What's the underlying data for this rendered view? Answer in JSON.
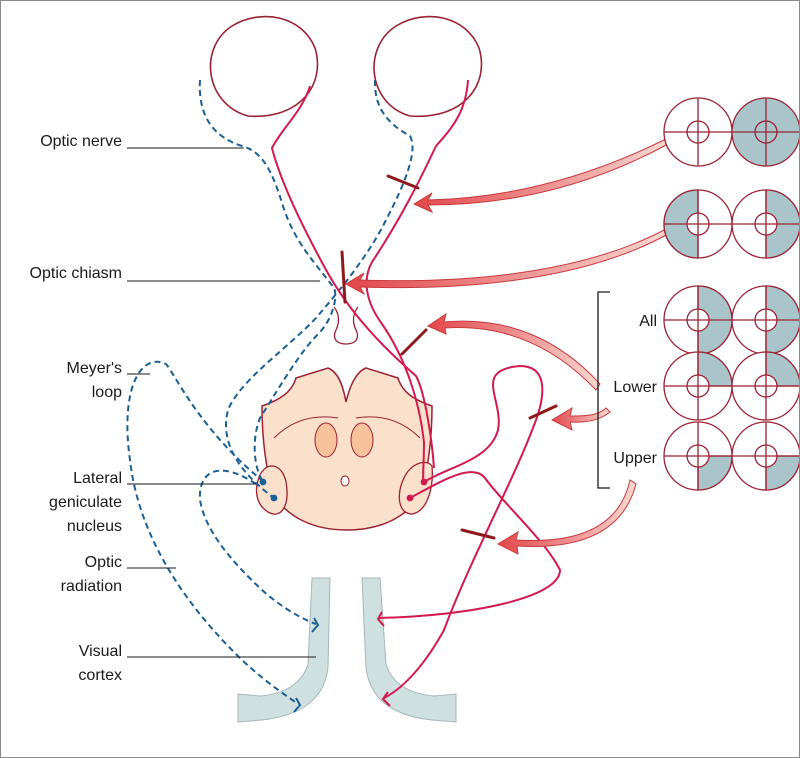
{
  "labels": {
    "optic_nerve": "Optic nerve",
    "optic_chiasm": "Optic chiasm",
    "meyers_loop": [
      "Meyer's",
      "loop"
    ],
    "lgn": [
      "Lateral",
      "geniculate",
      "nucleus"
    ],
    "optic_radiation": [
      "Optic",
      "radiation"
    ],
    "visual_cortex": [
      "Visual",
      "cortex"
    ]
  },
  "lesion_groups": {
    "all": "All",
    "lower": "Lower",
    "upper": "Upper"
  },
  "visual_field_defects": [
    {
      "lesion": "optic-nerve",
      "left_eye": "none",
      "right_eye": "full"
    },
    {
      "lesion": "optic-chiasm",
      "left_eye": "left-half",
      "right_eye": "right-half"
    },
    {
      "lesion": "optic-tract",
      "group": "All",
      "left_eye": "right-half",
      "right_eye": "right-half"
    },
    {
      "lesion": "meyers-loop",
      "group": "Lower",
      "left_eye": "upper-right-quadrant",
      "right_eye": "upper-right-quadrant"
    },
    {
      "lesion": "optic-radiation",
      "group": "Upper",
      "left_eye": "lower-right-quadrant",
      "right_eye": "lower-right-quadrant"
    }
  ],
  "colors": {
    "nasal_pathway": "#d4194f",
    "temporal_pathway": "#1b5f94",
    "lesion_mark": "#8e1a1e",
    "arrow": "#e8706f",
    "brainstem": "#fbe0cc",
    "brainstem_outline": "#9c2233",
    "cortex": "#cfe0e1",
    "field_defect": "#a9c5ca"
  }
}
